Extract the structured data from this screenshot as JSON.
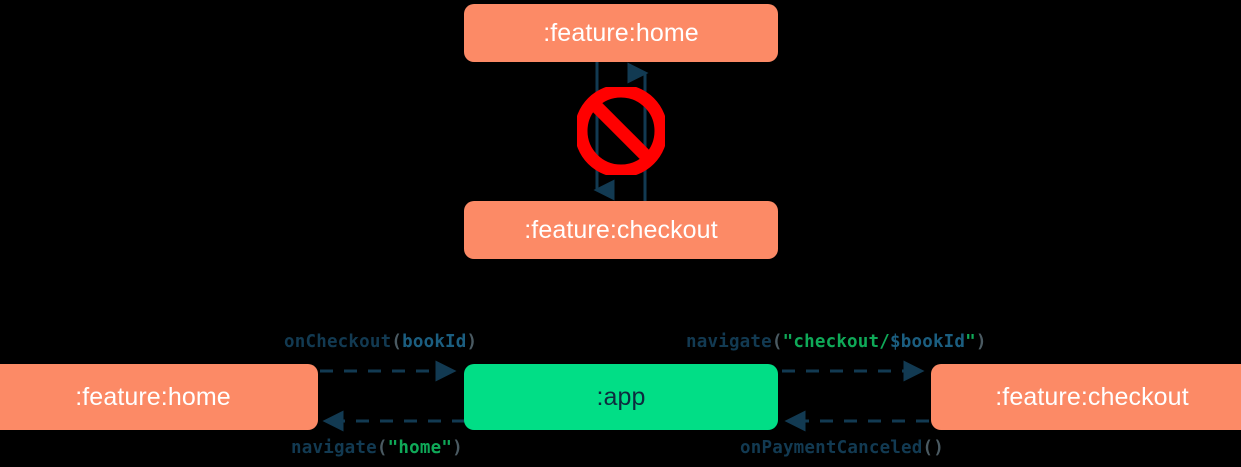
{
  "diagram": {
    "type": "module-dependency-navigation-diagram",
    "background_color": "#000000",
    "colors": {
      "feature_module": "#FC8A66",
      "app_module": "#01DE86",
      "feature_module_text": "#FFFFFF",
      "app_module_text": "#0D2B3E",
      "edge": "#123A52",
      "forbidden_sign": "#FF0000",
      "string_literal": "#0FA958",
      "variable": "#1B5E80",
      "punctuation": "#4A5A62"
    },
    "top_section": {
      "nodes": [
        {
          "id": "home-top",
          "label": ":feature:home",
          "kind": "feature"
        },
        {
          "id": "checkout-top",
          "label": ":feature:checkout",
          "kind": "feature"
        }
      ],
      "edges": [
        {
          "from": "home-top",
          "to": "checkout-top",
          "style": "solid",
          "direction": "down"
        },
        {
          "from": "checkout-top",
          "to": "home-top",
          "style": "solid",
          "direction": "up"
        }
      ],
      "annotation": {
        "icon": "forbidden-sign",
        "meaning": "direct dependency not allowed"
      }
    },
    "bottom_section": {
      "nodes": [
        {
          "id": "home-bottom",
          "label": ":feature:home",
          "kind": "feature"
        },
        {
          "id": "app",
          "label": ":app",
          "kind": "app"
        },
        {
          "id": "checkout-bottom",
          "label": ":feature:checkout",
          "kind": "feature"
        }
      ],
      "edges": [
        {
          "id": "home-to-app",
          "from": "home-bottom",
          "to": "app",
          "style": "dashed",
          "direction": "right",
          "label_id": "oncheckout"
        },
        {
          "id": "app-to-checkout",
          "from": "app",
          "to": "checkout-bottom",
          "style": "dashed",
          "direction": "right",
          "label_id": "navigate-checkout"
        },
        {
          "id": "app-to-home",
          "from": "app",
          "to": "home-bottom",
          "style": "dashed",
          "direction": "left",
          "label_id": "navigate-home"
        },
        {
          "id": "checkout-to-app",
          "from": "checkout-bottom",
          "to": "app",
          "style": "dashed",
          "direction": "left",
          "label_id": "onpaymentcanceled"
        }
      ]
    },
    "labels": {
      "oncheckout": {
        "full_text": "onCheckout(bookId)",
        "tokens": [
          {
            "text": "onCheckout",
            "role": "function"
          },
          {
            "text": "(",
            "role": "punct"
          },
          {
            "text": "bookId",
            "role": "variable"
          },
          {
            "text": ")",
            "role": "punct"
          }
        ]
      },
      "navigate_checkout": {
        "full_text": "navigate(\"checkout/$bookId\")",
        "tokens": [
          {
            "text": "navigate",
            "role": "function"
          },
          {
            "text": "(",
            "role": "punct"
          },
          {
            "text": "\"checkout/",
            "role": "string"
          },
          {
            "text": "$bookId",
            "role": "template"
          },
          {
            "text": "\"",
            "role": "string"
          },
          {
            "text": ")",
            "role": "punct"
          }
        ]
      },
      "navigate_home": {
        "full_text": "navigate(\"home\")",
        "tokens": [
          {
            "text": "navigate",
            "role": "function"
          },
          {
            "text": "(",
            "role": "punct"
          },
          {
            "text": "\"home\"",
            "role": "string"
          },
          {
            "text": ")",
            "role": "punct"
          }
        ]
      },
      "onpaymentcanceled": {
        "full_text": "onPaymentCanceled()",
        "tokens": [
          {
            "text": "onPaymentCanceled",
            "role": "function"
          },
          {
            "text": "()",
            "role": "punct"
          }
        ]
      }
    }
  }
}
